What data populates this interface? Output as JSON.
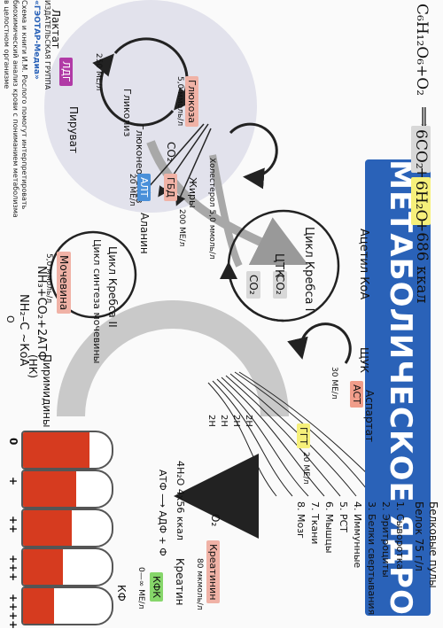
{
  "title": "МЕТАБОЛИЧЕСКОЕ ЯДРО",
  "publisher": {
    "line1": "ИЗДАТЕЛЬСКАЯ ГРУППА",
    "line2": "«ГЭОТАР-Медиа»"
  },
  "footnote": [
    "Схема и книги И.М. Рослого помогут интерпретировать",
    "биохимический анализ крови с пониманием метаболизма",
    "в целостном организме"
  ],
  "equation": {
    "left": "C₆H₁₂O₆+O₂",
    "arrow": "⟹",
    "co2": "6CO₂",
    "plus1": "+",
    "h2o": "6H₂O",
    "tail": "+686 ккал"
  },
  "glycolysis": {
    "lactate": "Лактат",
    "ldg": "ЛДГ",
    "ldg_rate": "250 МЕ/л",
    "pyruvate": "Пируват",
    "glycolysis": "Гликолиз",
    "gluconeogenesis": "Глюконеогенез",
    "glucose": "Глюкоза",
    "glucose_conc": "5,0 ммоль/л",
    "co2": "CO₂",
    "cholesterol": "Холестерол 5,0 ммоль/л",
    "fats": "Жиры",
    "alt": "АЛТ",
    "alt_rate": "20 МЕ/л",
    "gbd": "ГБД",
    "gbd_rate": "200 МЕ/л",
    "alanine": "Аланин"
  },
  "tca": {
    "acetyl": "Ацетил КоА",
    "co2_a": "CO₂",
    "co2_b": "CO₂",
    "cycle1": "Цикл Кребса I",
    "tca": "ЦТК",
    "shuk": "ЩУК",
    "ast": "АСТ",
    "ast_rate": "30 МЕ/л",
    "aspartate": "Аспартат",
    "ggt": "ГГТ",
    "ggt_rate": "20 МЕ/л",
    "h_labels": [
      "2H",
      "2H",
      "2H",
      "2H"
    ],
    "o2": "O₂",
    "energy": "4H₂O 4x56 ккал",
    "atp": "АТФ ⟶ АДФ + Ф",
    "creatine": "Креатин",
    "kfk": "КФК",
    "kfk_rate": "0—∞ МЕ/л",
    "kf": "КФ",
    "creatinine": "Креатинин",
    "creatinine_conc": "80 мкмоль/л"
  },
  "urea": {
    "cycle2": "Цикл Кребса II",
    "cycle_syn": "Цикл синтеза мочевины",
    "reaction": "NH₃+CO₂+2АТФ",
    "carbamoyl": "NH₂–C ~КоА",
    "carbonyl": "O",
    "urea": "Мочевина",
    "urea_conc": "5,0 ммоль/л",
    "pyrimidines": "Пиримидины",
    "nk": "(НК)"
  },
  "proteins": {
    "title": "Белковые пулы",
    "total": "Белок 75 г/л",
    "items": [
      "1. Сыворотка",
      "2. Эритроциты",
      "3. Белки свертывания",
      "4. Иммунные",
      "5. РСТ",
      "6. Мышцы",
      "7. Ткани",
      "8. Мозг"
    ]
  },
  "tubes": [
    {
      "label": "0",
      "fill": 0.75
    },
    {
      "label": "+",
      "fill": 0.6
    },
    {
      "label": "++",
      "fill": 0.55
    },
    {
      "label": "+++",
      "fill": 0.45
    },
    {
      "label": "++++",
      "fill": 0.35
    }
  ],
  "colors": {
    "title_bar": "#2a62b8",
    "accent_red": "#d63b1f",
    "circle_bg": "#e2e2ec"
  }
}
